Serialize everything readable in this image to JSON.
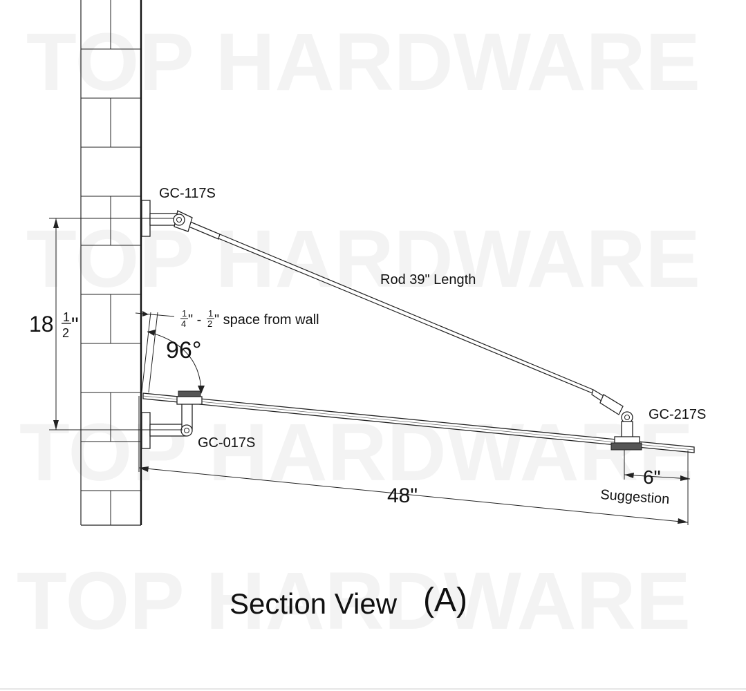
{
  "watermark": {
    "text": "TOP HARDWARE"
  },
  "labels": {
    "top_bracket": "GC-117S",
    "bottom_bracket": "GC-017S",
    "end_bracket": "GC-217S",
    "rod": "Rod 39\" Length",
    "height_whole": "18",
    "height_frac_num": "1",
    "height_frac_den": "2",
    "height_unit": "\"",
    "space_frac1_num": "1",
    "space_frac1_den": "4",
    "space_sep": "\" - ",
    "space_frac2_num": "1",
    "space_frac2_den": "2",
    "space_text": "\" space from wall",
    "angle": "96°",
    "overhang": "6\"",
    "overhang_note": "Suggestion",
    "width": "48\"",
    "section_title": "Section View",
    "section_id": "(A)"
  },
  "colors": {
    "line": "#222222",
    "watermark": "#f3f3f3",
    "background": "#ffffff"
  }
}
